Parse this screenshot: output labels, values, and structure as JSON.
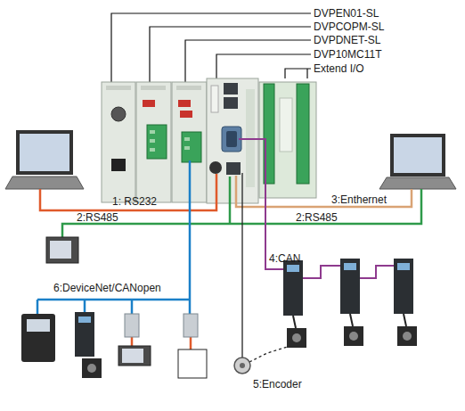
{
  "diagram": {
    "labels": [
      "DVPEN01-SL",
      "DVPCOPM-SL",
      "DVPDNET-SL",
      "DVP10MC11T",
      "Extend I/O",
      "1: RS232",
      "2:RS485",
      "3:Enthernet",
      "2:RS485",
      "4:CAN",
      "6:DeviceNet/CANopen",
      "5:Encoder"
    ]
  }
}
